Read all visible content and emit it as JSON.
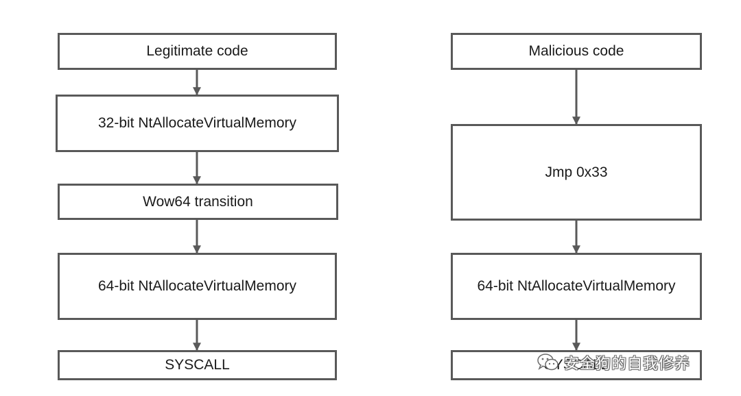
{
  "left_flow": {
    "steps": [
      "Legitimate code",
      "32-bit NtAllocateVirtualMemory",
      "Wow64 transition",
      "64-bit NtAllocateVirtualMemory",
      "SYSCALL"
    ]
  },
  "right_flow": {
    "steps": [
      "Malicious code",
      "Jmp 0x33",
      "64-bit NtAllocateVirtualMemory",
      "SYSCALL"
    ]
  },
  "watermark": {
    "text": "安全狗的自我修养",
    "icon": "wechat-icon"
  },
  "colors": {
    "box_border": "#595959",
    "arrow": "#595959",
    "text": "#1a1a1a",
    "background": "#ffffff"
  }
}
